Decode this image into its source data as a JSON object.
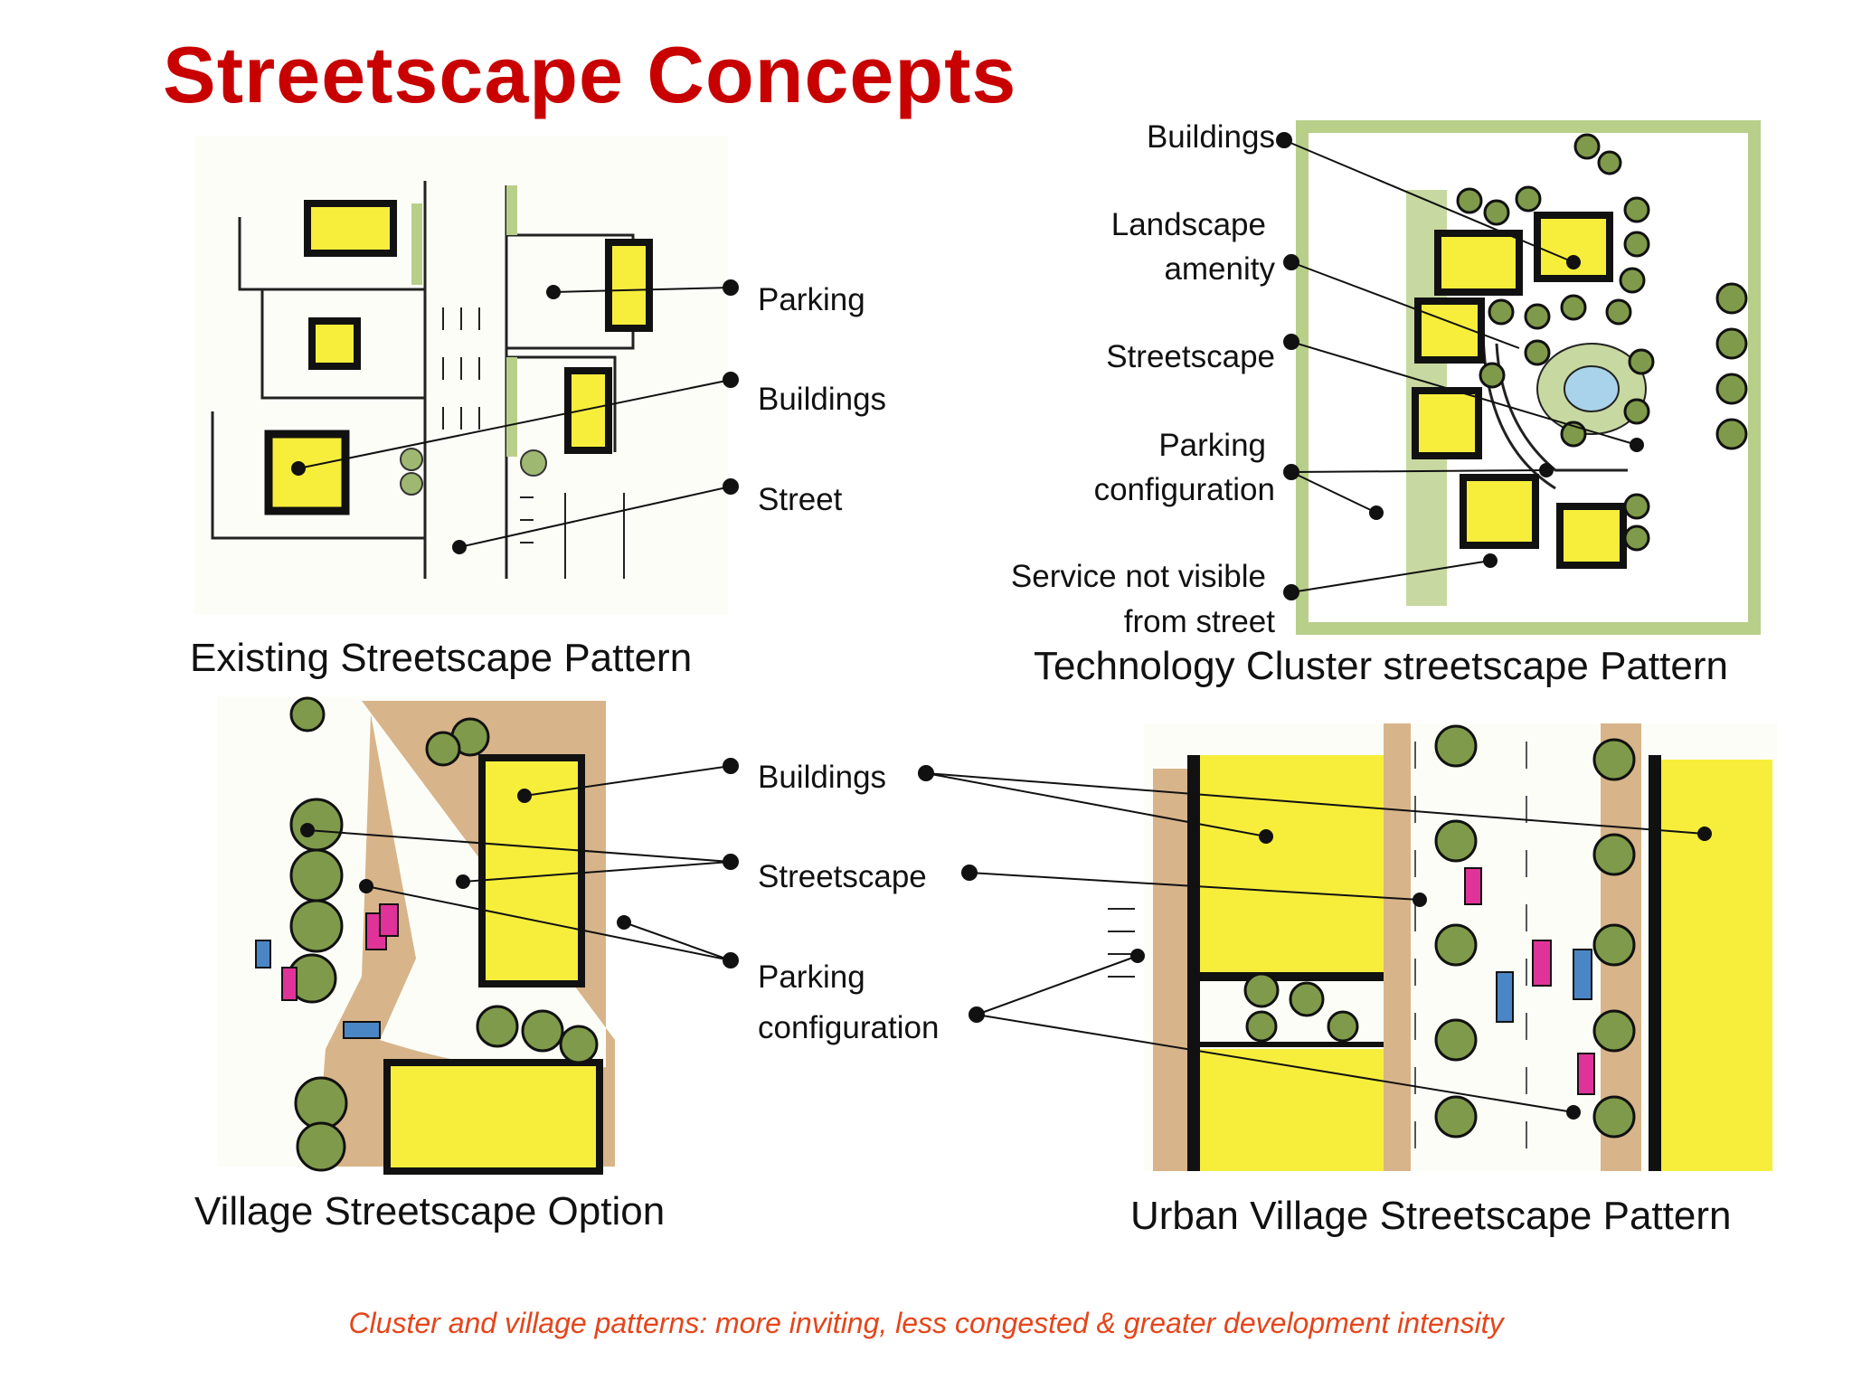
{
  "title": "Streetscape Concepts",
  "panels": {
    "existing": {
      "caption": "Existing Streetscape Pattern",
      "labels": [
        "Parking",
        "Buildings",
        "Street"
      ]
    },
    "technology": {
      "caption": "Technology Cluster streetscape Pattern",
      "labels": [
        "Buildings",
        "Landscape",
        "amenity",
        "Streetscape",
        "Parking",
        "configuration",
        "Service not visible",
        "from street"
      ]
    },
    "village": {
      "caption": "Village Streetscape Option",
      "labels": [
        "Buildings",
        "Streetscape",
        "Parking",
        "configuration"
      ]
    },
    "urban": {
      "caption": "Urban Village Streetscape Pattern"
    }
  },
  "footnote": "Cluster and village patterns: more inviting, less congested & greater development intensity",
  "colors": {
    "title": "#c80000",
    "building": "#f7ee3c",
    "landscape": "#b8cf8a",
    "tree": "#7f9a4a",
    "paving": "#d8b48a",
    "footnote": "#e5451b"
  }
}
